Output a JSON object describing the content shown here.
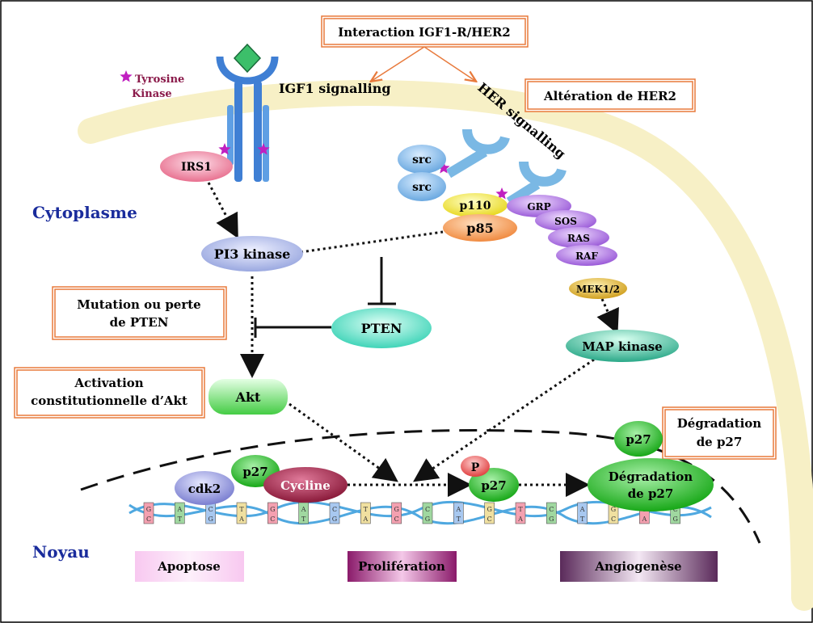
{
  "boxes": {
    "interaction": "Interaction IGF1-R/HER2",
    "alteration": "Altération de HER2",
    "mutation_line1": "Mutation ou perte",
    "mutation_line2": "de PTEN",
    "activation_line1": "Activation",
    "activation_line2": "constitutionnelle d’Akt",
    "degradation_line1": "Dégradation",
    "degradation_line2": "de p27"
  },
  "labels": {
    "tyrosine_line1": "Tyrosine",
    "tyrosine_line2": "Kinase",
    "igf1_signalling": "IGF1 signalling",
    "her_signalling": "HER signalling",
    "cytoplasme": "Cytoplasme",
    "noyau": "Noyau"
  },
  "nodes": {
    "irs1": "IRS1",
    "src_top": "src",
    "src_bottom": "src",
    "p110": "p110",
    "p85": "p85",
    "grp": "GRP",
    "sos": "SOS",
    "ras": "RAS",
    "raf": "RAF",
    "mek": "MEK1/2",
    "pi3k": "PI3 kinase",
    "pten": "PTEN",
    "mapk": "MAP kinase",
    "akt": "Akt",
    "cdk2": "cdk2",
    "p27_complex": "p27",
    "cycline": "Cycline",
    "p": "P",
    "p27_phospho": "p27",
    "p27_free": "p27",
    "degradation_line1": "Dégradation",
    "degradation_line2": "de p27"
  },
  "outcomes": {
    "apoptose": "Apoptose",
    "proliferation": "Prolifération",
    "angiogenese": "Angiogenèse"
  },
  "dna_bases": [
    "G",
    "C",
    "A",
    "T",
    "C",
    "G",
    "T",
    "A",
    "G",
    "C",
    "A",
    "T",
    "C",
    "G",
    "T",
    "A",
    "G",
    "C",
    "C",
    "G",
    "A",
    "T",
    "G",
    "C",
    "T",
    "A",
    "C",
    "G",
    "A",
    "T",
    "G",
    "C",
    "T",
    "A",
    "C",
    "G"
  ],
  "colors": {
    "box_border": "#e87a3c",
    "membrane": "#f7f0c6",
    "label_blue": "#1a2c9c",
    "tyrosine_text": "#8a1a4a",
    "receptor_blue": "#3f7fd4",
    "her_blue": "#7ab8e4",
    "star": "#c020c0"
  }
}
